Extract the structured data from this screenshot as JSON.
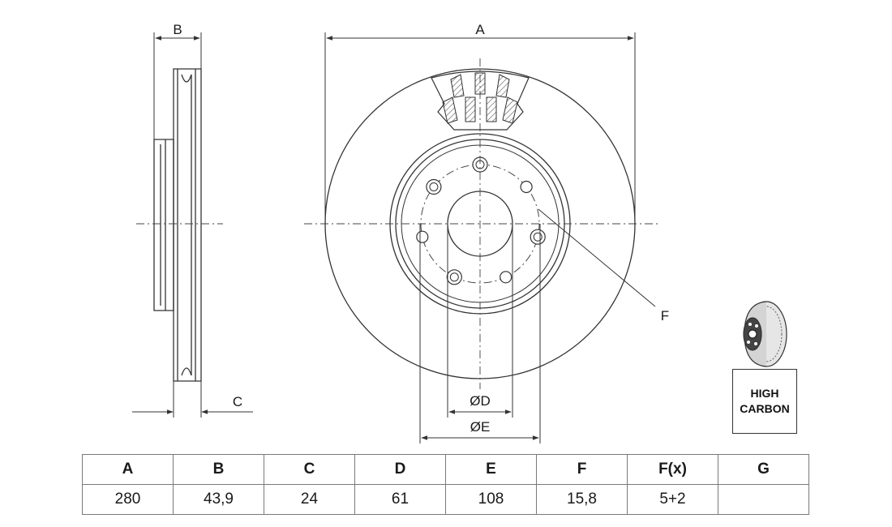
{
  "labels": {
    "dim_a": "A",
    "dim_b": "B",
    "dim_c": "C",
    "dim_d": "ØD",
    "dim_e": "ØE",
    "dim_f": "F"
  },
  "badge": {
    "line1": "HIGH",
    "line2": "CARBON"
  },
  "spec_table": {
    "headers": [
      "A",
      "B",
      "C",
      "D",
      "E",
      "F",
      "F(x)",
      "G"
    ],
    "values": [
      "280",
      "43,9",
      "24",
      "61",
      "108",
      "15,8",
      "5+2",
      ""
    ]
  },
  "colors": {
    "line": "#333333",
    "hatch": "#555555",
    "badge_border": "#333333"
  }
}
